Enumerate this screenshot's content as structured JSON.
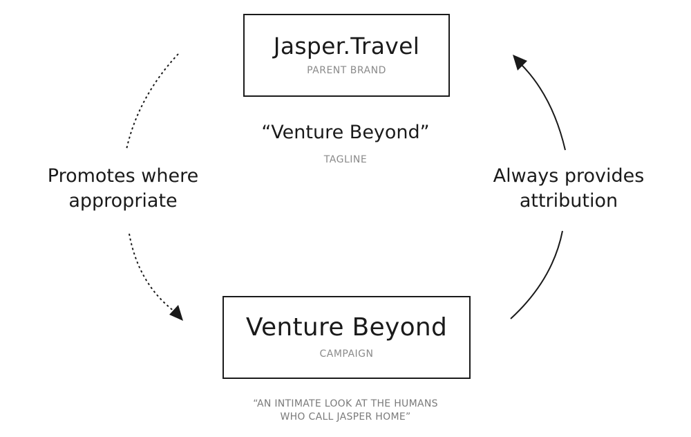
{
  "parent_brand": {
    "title": "Jasper.Travel",
    "label": "PARENT BRAND"
  },
  "tagline": {
    "quote": "“Venture Beyond”",
    "label": "TAGLINE"
  },
  "campaign": {
    "title": "Venture Beyond",
    "label": "CAMPAIGN",
    "description_lines": [
      "“AN INTIMATE LOOK AT THE HUMANS",
      "WHO CALL JASPER HOME”"
    ]
  },
  "relations": {
    "left": {
      "line1": "Promotes where",
      "line2": "appropriate"
    },
    "right": {
      "line1": "Always provides",
      "line2": "attribution"
    }
  },
  "colors": {
    "stroke": "#1a1a1a",
    "muted_text": "#8a8a8a"
  }
}
